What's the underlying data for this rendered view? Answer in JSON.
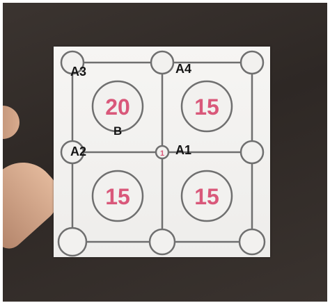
{
  "photo": {
    "subject": "square paper puzzle board held on a dark table",
    "colors": {
      "background": "#2e2825",
      "card": "#f2f1ef",
      "grid_line": "#6f6f6f",
      "number": "#d9587a"
    }
  },
  "labels": {
    "a1": "A1",
    "a2": "A2",
    "a3": "A3",
    "a4": "A4",
    "b": "B"
  },
  "cells": {
    "top_left": "20",
    "top_right": "15",
    "bottom_left": "15",
    "bottom_right": "15"
  },
  "center_node": "1"
}
